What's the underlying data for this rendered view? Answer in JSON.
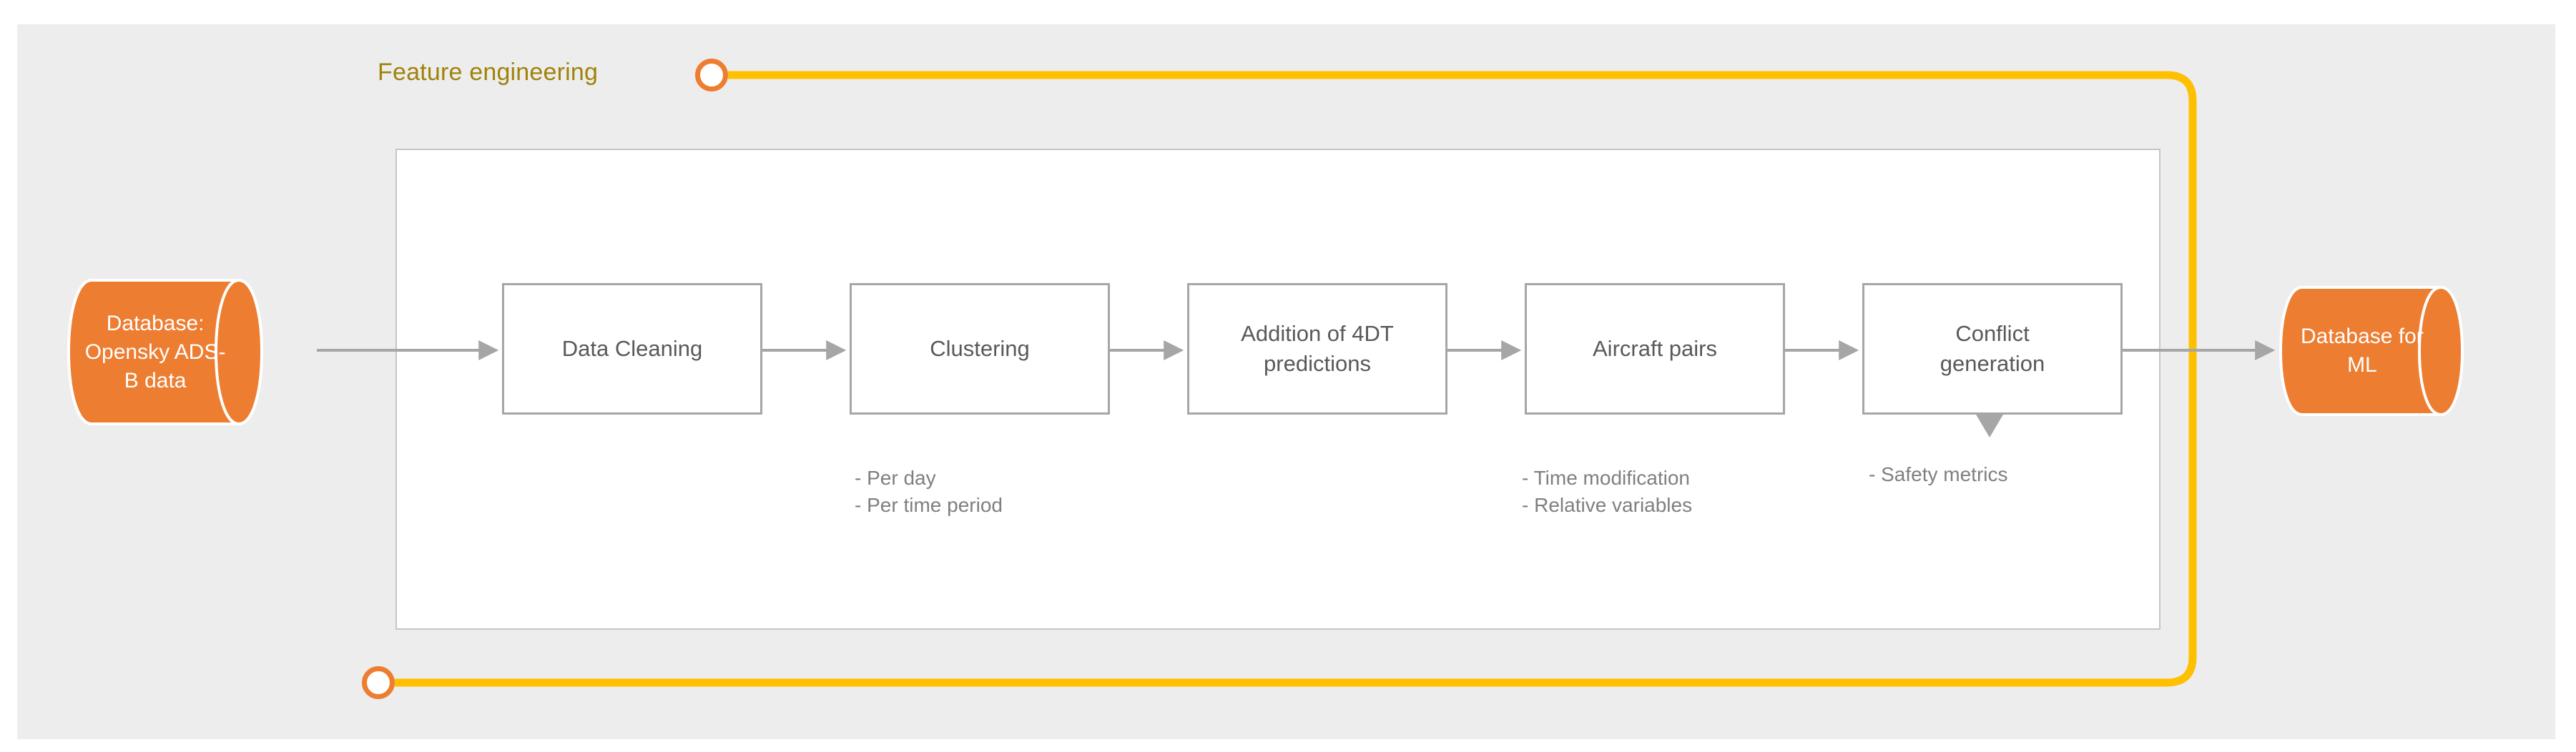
{
  "figure": {
    "title_label": "Feature engineering",
    "colors": {
      "background": "#ededed",
      "accent_orange": "#ED7D31",
      "bracket_yellow": "#FFC000",
      "label_gold": "#A08209",
      "box_border_gray": "#A6A6A6",
      "box_text_gray": "#595959",
      "note_text_gray": "#7F7F7F",
      "connector_gray": "#A6A6A6",
      "container_border": "#C6C6C6"
    }
  },
  "databases": {
    "input": {
      "label": "Database:\nOpensky ADS-\nB data"
    },
    "output": {
      "label": "Database for\nML"
    }
  },
  "pipeline": {
    "steps": [
      {
        "label": "Data Cleaning"
      },
      {
        "label": "Clustering"
      },
      {
        "label": "Addition of 4DT\npredictions"
      },
      {
        "label": "Aircraft pairs"
      },
      {
        "label": "Conflict\ngeneration"
      }
    ]
  },
  "notes": {
    "clustering": "- Per day\n- Per time period",
    "aircraft_pairs": "- Time modification\n- Relative variables",
    "conflict_generation": "- Safety metrics"
  }
}
